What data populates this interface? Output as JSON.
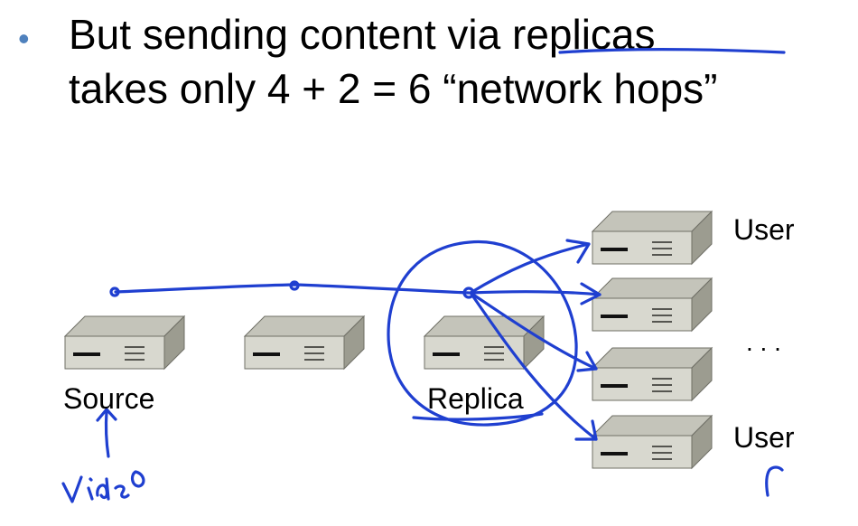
{
  "bullet": {
    "line1": "But sending content via replicas",
    "line2": "takes only 4 + 2 = 6 “network hops”"
  },
  "diagram": {
    "labels": {
      "source": "Source",
      "replica": "Replica",
      "user_top": "User",
      "ellipsis": ". . .",
      "user_bottom": "User"
    },
    "annotation": {
      "handwritten": "video"
    }
  },
  "colors": {
    "bullet": "#4f81bd",
    "ink": "#1f3fd0",
    "device_top": "#c4c4ba",
    "device_front": "#d8d8cf",
    "device_side": "#9c9c90",
    "device_outline": "#6f6f66",
    "device_dark_bar": "#111111"
  }
}
